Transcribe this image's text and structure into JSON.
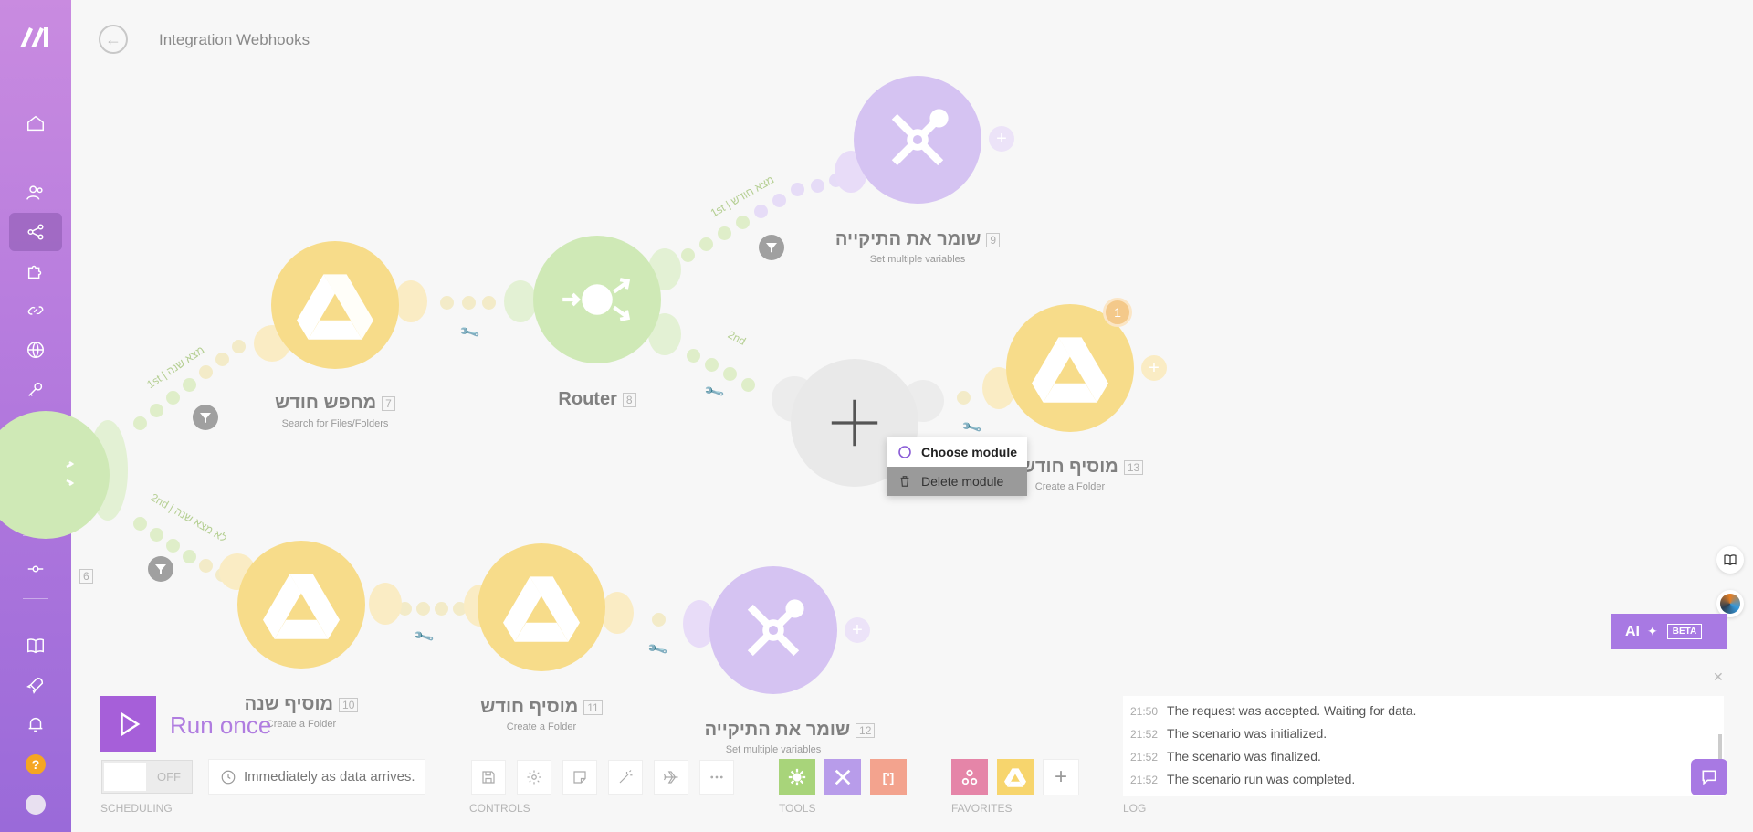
{
  "app": {
    "logo": "make-logo",
    "title": "Integration Webhooks"
  },
  "sidebar": {
    "items": [
      {
        "icon": "home-icon"
      },
      {
        "icon": "team-icon"
      },
      {
        "icon": "share-icon"
      },
      {
        "icon": "puzzle-icon"
      },
      {
        "icon": "link-icon"
      },
      {
        "icon": "globe-icon"
      },
      {
        "icon": "key-icon"
      },
      {
        "icon": "phone-icon"
      },
      {
        "icon": "database-icon"
      },
      {
        "icon": "box-icon"
      },
      {
        "icon": "commit-icon"
      },
      {
        "icon": "book-icon"
      },
      {
        "icon": "rocket-icon"
      },
      {
        "icon": "bell-icon"
      },
      {
        "icon": "help-icon"
      },
      {
        "icon": "avatar-icon"
      }
    ]
  },
  "nodes": {
    "n7": {
      "label": "מחפש חודש",
      "num": "7",
      "sub": "Search for Files/Folders"
    },
    "n8": {
      "label": "Router",
      "num": "8"
    },
    "n9": {
      "label": "שומר את התיקייה",
      "num": "9",
      "sub": "Set multiple variables"
    },
    "n13": {
      "label": "מוסיף חודש",
      "num": "13",
      "sub": "Create a Folder",
      "badge": "1"
    },
    "n10": {
      "label": "מוסיף שנה",
      "num": "10",
      "sub": "Create a Folder"
    },
    "n11": {
      "label": "מוסיף חודש",
      "num": "11",
      "sub": "Create a Folder"
    },
    "n12": {
      "label": "שומר את התיקייה",
      "num": "12",
      "sub": "Set multiple variables"
    },
    "n6": {
      "num": "6"
    }
  },
  "routes": {
    "r1": "1st | מצא שנה",
    "r2": "2nd | לא מצא שנה",
    "r3": "1st | מצא חודש",
    "r4": "2nd"
  },
  "context_menu": {
    "choose": "Choose module",
    "delete": "Delete module"
  },
  "bottom": {
    "run_label": "Run once",
    "toggle": "OFF",
    "schedule": "Immediately as data arrives.",
    "sections": {
      "scheduling": "SCHEDULING",
      "controls": "CONTROLS",
      "tools": "TOOLS",
      "favorites": "FAVORITES",
      "log": "LOG"
    },
    "tools_bracket": "[']"
  },
  "log": [
    {
      "time": "21:50",
      "text": "The request was accepted. Waiting for data."
    },
    {
      "time": "21:52",
      "text": "The scenario was initialized."
    },
    {
      "time": "21:52",
      "text": "The scenario was finalized."
    },
    {
      "time": "21:52",
      "text": "The scenario run was completed."
    }
  ],
  "ai": {
    "label": "AI",
    "beta": "BETA"
  },
  "colors": {
    "sidebar": "#b278dd",
    "drive": "#f7dc8a",
    "router": "#cfe9b6",
    "tools": "#d5c3f2",
    "run": "#a65fd9"
  }
}
